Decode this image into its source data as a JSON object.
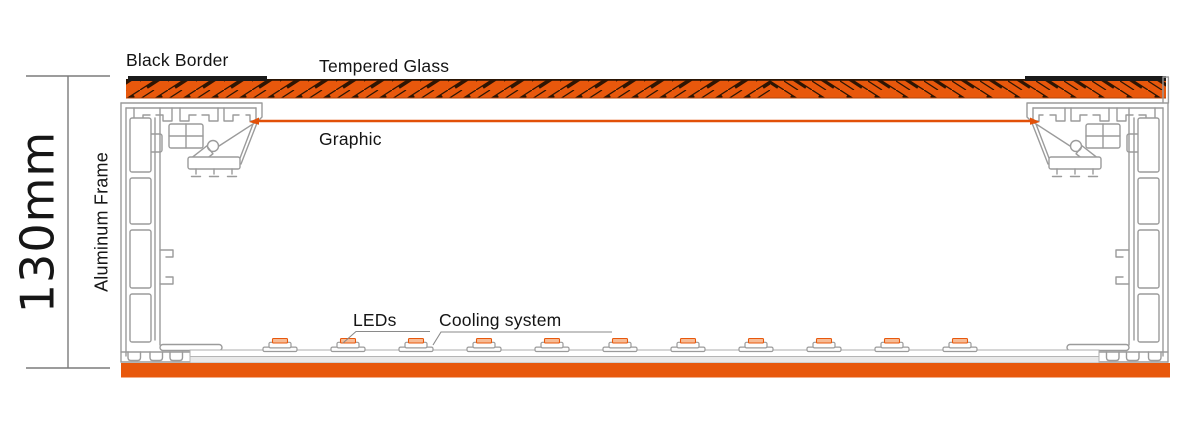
{
  "title": "LED light box cross-section diagram",
  "labels": {
    "black_border": "Black Border",
    "tempered_glass": "Tempered Glass",
    "graphic": "Graphic",
    "aluminum_frame": "Aluminum Frame",
    "leds": "LEDs",
    "cooling_system": "Cooling system",
    "dimension": "130mm"
  },
  "colors": {
    "orange": "#E8580C",
    "graphic_line": "#E25008",
    "hatch": "#2E1503",
    "black": "#1A1A1A",
    "line": "#9B9B9B",
    "led_chip_fill": "#F6BB95",
    "led_chip_stroke": "#E8580C",
    "panel_grey": "#E9E9E9",
    "text": "#141414"
  },
  "leds": {
    "count": 11,
    "centers": [
      280,
      348,
      416,
      484,
      552,
      620,
      688,
      756,
      824,
      892,
      960
    ]
  }
}
